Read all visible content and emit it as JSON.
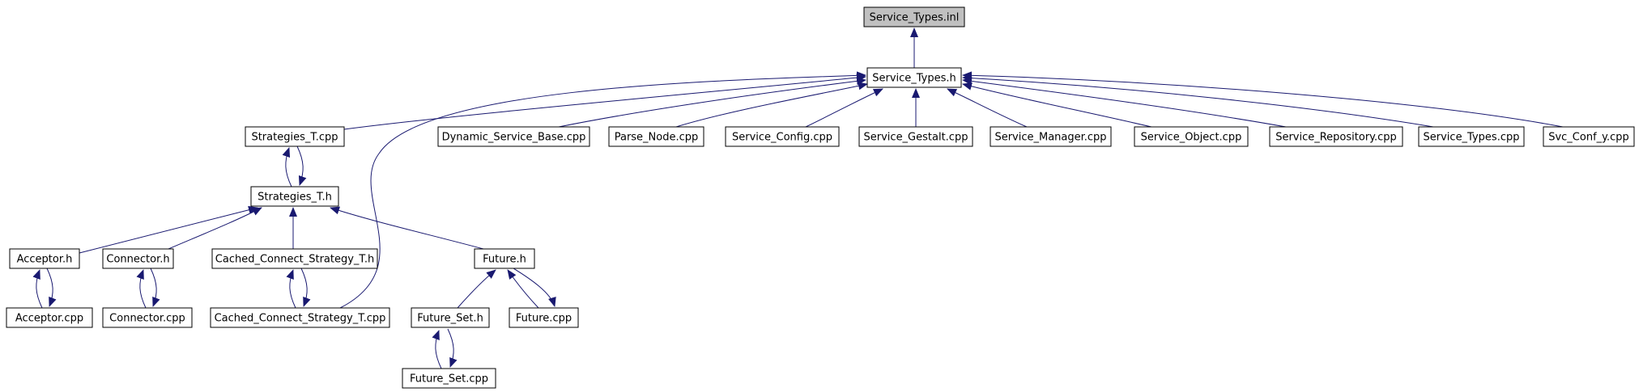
{
  "graph": {
    "type": "include-dependency-graph",
    "root": "Service_Types.inl",
    "colors": {
      "edge": "#191970",
      "root_fill": "#c0c0c0",
      "node_fill": "#ffffff",
      "node_border": "#000000"
    },
    "nodes": [
      {
        "id": "service_types_inl",
        "label": "Service_Types.inl",
        "root": true
      },
      {
        "id": "service_types_h",
        "label": "Service_Types.h"
      },
      {
        "id": "strategies_t_cpp",
        "label": "Strategies_T.cpp"
      },
      {
        "id": "dynamic_service_base_cpp",
        "label": "Dynamic_Service_Base.cpp"
      },
      {
        "id": "parse_node_cpp",
        "label": "Parse_Node.cpp"
      },
      {
        "id": "service_config_cpp",
        "label": "Service_Config.cpp"
      },
      {
        "id": "service_gestalt_cpp",
        "label": "Service_Gestalt.cpp"
      },
      {
        "id": "service_manager_cpp",
        "label": "Service_Manager.cpp"
      },
      {
        "id": "service_object_cpp",
        "label": "Service_Object.cpp"
      },
      {
        "id": "service_repository_cpp",
        "label": "Service_Repository.cpp"
      },
      {
        "id": "service_types_cpp",
        "label": "Service_Types.cpp"
      },
      {
        "id": "svc_conf_y_cpp",
        "label": "Svc_Conf_y.cpp"
      },
      {
        "id": "strategies_t_h",
        "label": "Strategies_T.h"
      },
      {
        "id": "acceptor_h",
        "label": "Acceptor.h"
      },
      {
        "id": "connector_h",
        "label": "Connector.h"
      },
      {
        "id": "cached_connect_strategy_t_h",
        "label": "Cached_Connect_Strategy_T.h"
      },
      {
        "id": "future_h",
        "label": "Future.h"
      },
      {
        "id": "acceptor_cpp",
        "label": "Acceptor.cpp"
      },
      {
        "id": "connector_cpp",
        "label": "Connector.cpp"
      },
      {
        "id": "cached_connect_strategy_t_cpp",
        "label": "Cached_Connect_Strategy_T.cpp"
      },
      {
        "id": "future_set_h",
        "label": "Future_Set.h"
      },
      {
        "id": "future_cpp",
        "label": "Future.cpp"
      },
      {
        "id": "future_set_cpp",
        "label": "Future_Set.cpp"
      }
    ],
    "edges": [
      {
        "from": "service_types_h",
        "to": "service_types_inl"
      },
      {
        "from": "strategies_t_cpp",
        "to": "service_types_h"
      },
      {
        "from": "dynamic_service_base_cpp",
        "to": "service_types_h"
      },
      {
        "from": "parse_node_cpp",
        "to": "service_types_h"
      },
      {
        "from": "service_config_cpp",
        "to": "service_types_h"
      },
      {
        "from": "service_gestalt_cpp",
        "to": "service_types_h"
      },
      {
        "from": "service_manager_cpp",
        "to": "service_types_h"
      },
      {
        "from": "service_object_cpp",
        "to": "service_types_h"
      },
      {
        "from": "service_repository_cpp",
        "to": "service_types_h"
      },
      {
        "from": "service_types_cpp",
        "to": "service_types_h"
      },
      {
        "from": "svc_conf_y_cpp",
        "to": "service_types_h"
      },
      {
        "from": "cached_connect_strategy_t_cpp",
        "to": "service_types_h"
      },
      {
        "from": "strategies_t_h",
        "to": "strategies_t_cpp"
      },
      {
        "from": "strategies_t_cpp",
        "to": "strategies_t_h"
      },
      {
        "from": "acceptor_h",
        "to": "strategies_t_h"
      },
      {
        "from": "connector_h",
        "to": "strategies_t_h"
      },
      {
        "from": "cached_connect_strategy_t_h",
        "to": "strategies_t_h"
      },
      {
        "from": "future_h",
        "to": "strategies_t_h"
      },
      {
        "from": "acceptor_cpp",
        "to": "acceptor_h"
      },
      {
        "from": "acceptor_h",
        "to": "acceptor_cpp"
      },
      {
        "from": "connector_cpp",
        "to": "connector_h"
      },
      {
        "from": "connector_h",
        "to": "connector_cpp"
      },
      {
        "from": "cached_connect_strategy_t_cpp",
        "to": "cached_connect_strategy_t_h"
      },
      {
        "from": "cached_connect_strategy_t_h",
        "to": "cached_connect_strategy_t_cpp"
      },
      {
        "from": "future_set_h",
        "to": "future_h"
      },
      {
        "from": "future_cpp",
        "to": "future_h"
      },
      {
        "from": "future_h",
        "to": "future_cpp"
      },
      {
        "from": "future_set_cpp",
        "to": "future_set_h"
      },
      {
        "from": "future_set_h",
        "to": "future_set_cpp"
      }
    ]
  }
}
